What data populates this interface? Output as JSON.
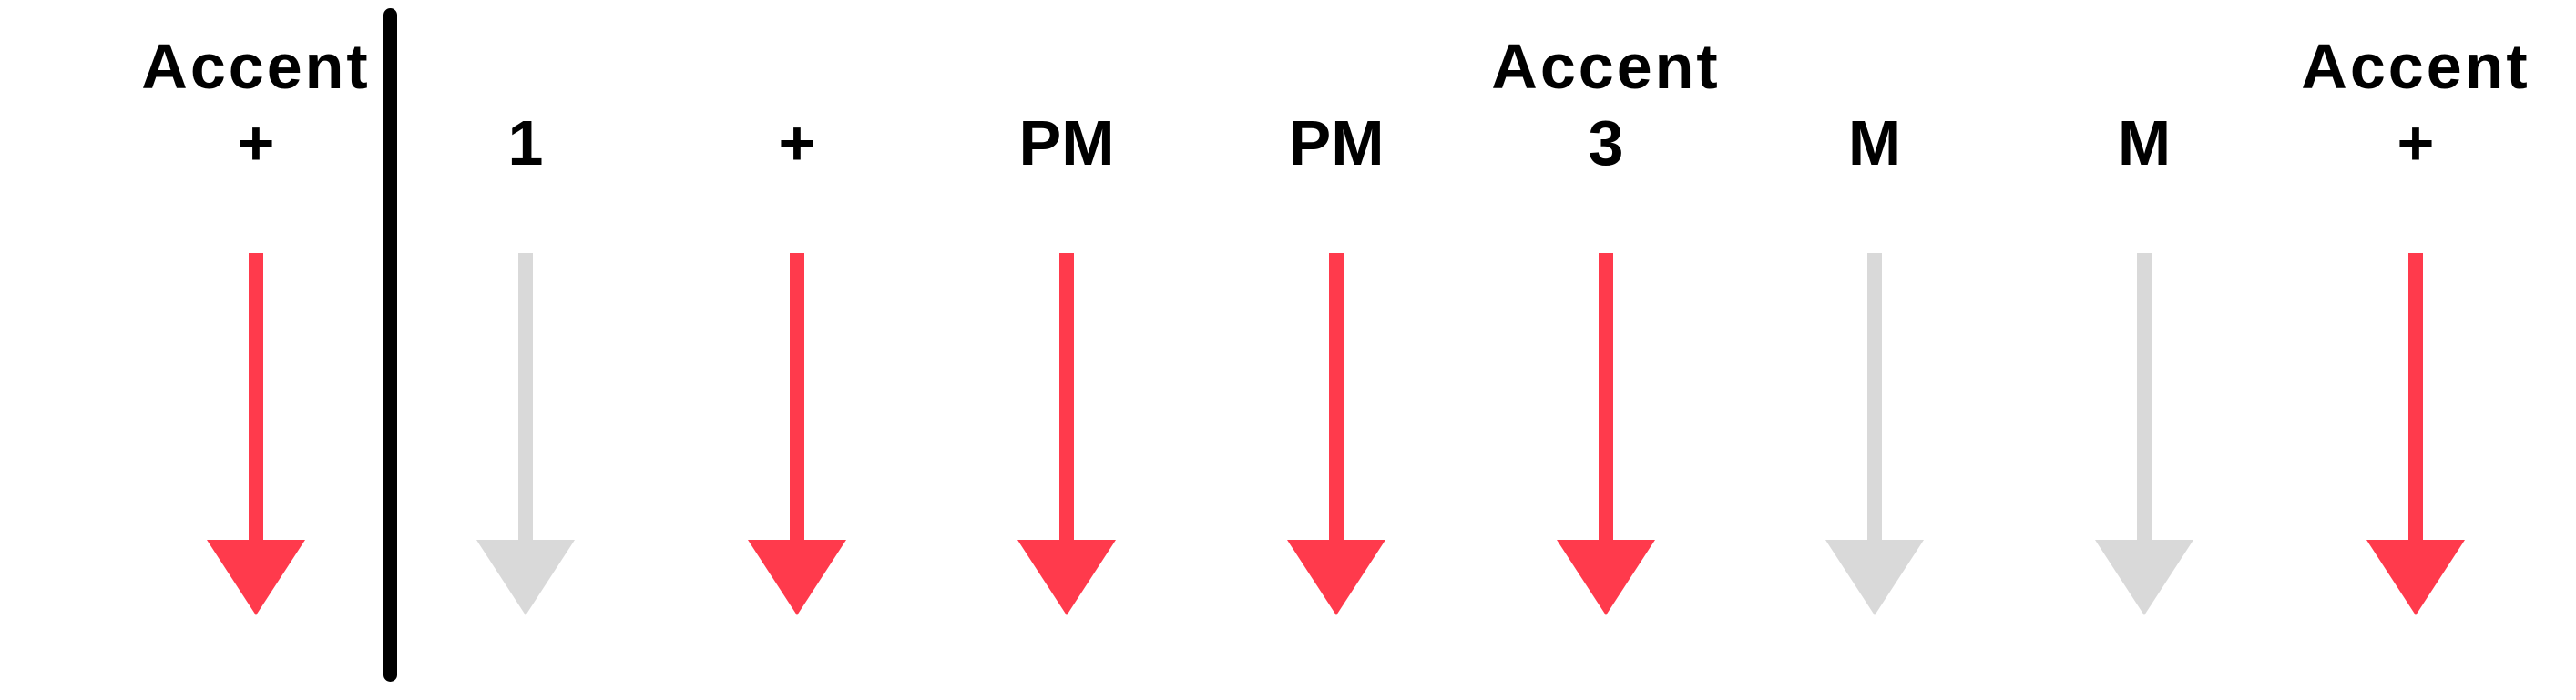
{
  "colors": {
    "active": "#ff3a4c",
    "inactive": "#d9d9d9",
    "divider": "#000000"
  },
  "columns": [
    {
      "top": "Accent",
      "label": "+",
      "state": "active"
    },
    {
      "top": "",
      "label": "1",
      "state": "inactive"
    },
    {
      "top": "",
      "label": "+",
      "state": "active"
    },
    {
      "top": "",
      "label": "PM",
      "state": "active"
    },
    {
      "top": "",
      "label": "PM",
      "state": "active"
    },
    {
      "top": "Accent",
      "label": "3",
      "state": "active"
    },
    {
      "top": "",
      "label": "M",
      "state": "inactive"
    },
    {
      "top": "",
      "label": "M",
      "state": "inactive"
    },
    {
      "top": "Accent",
      "label": "+",
      "state": "active"
    }
  ]
}
